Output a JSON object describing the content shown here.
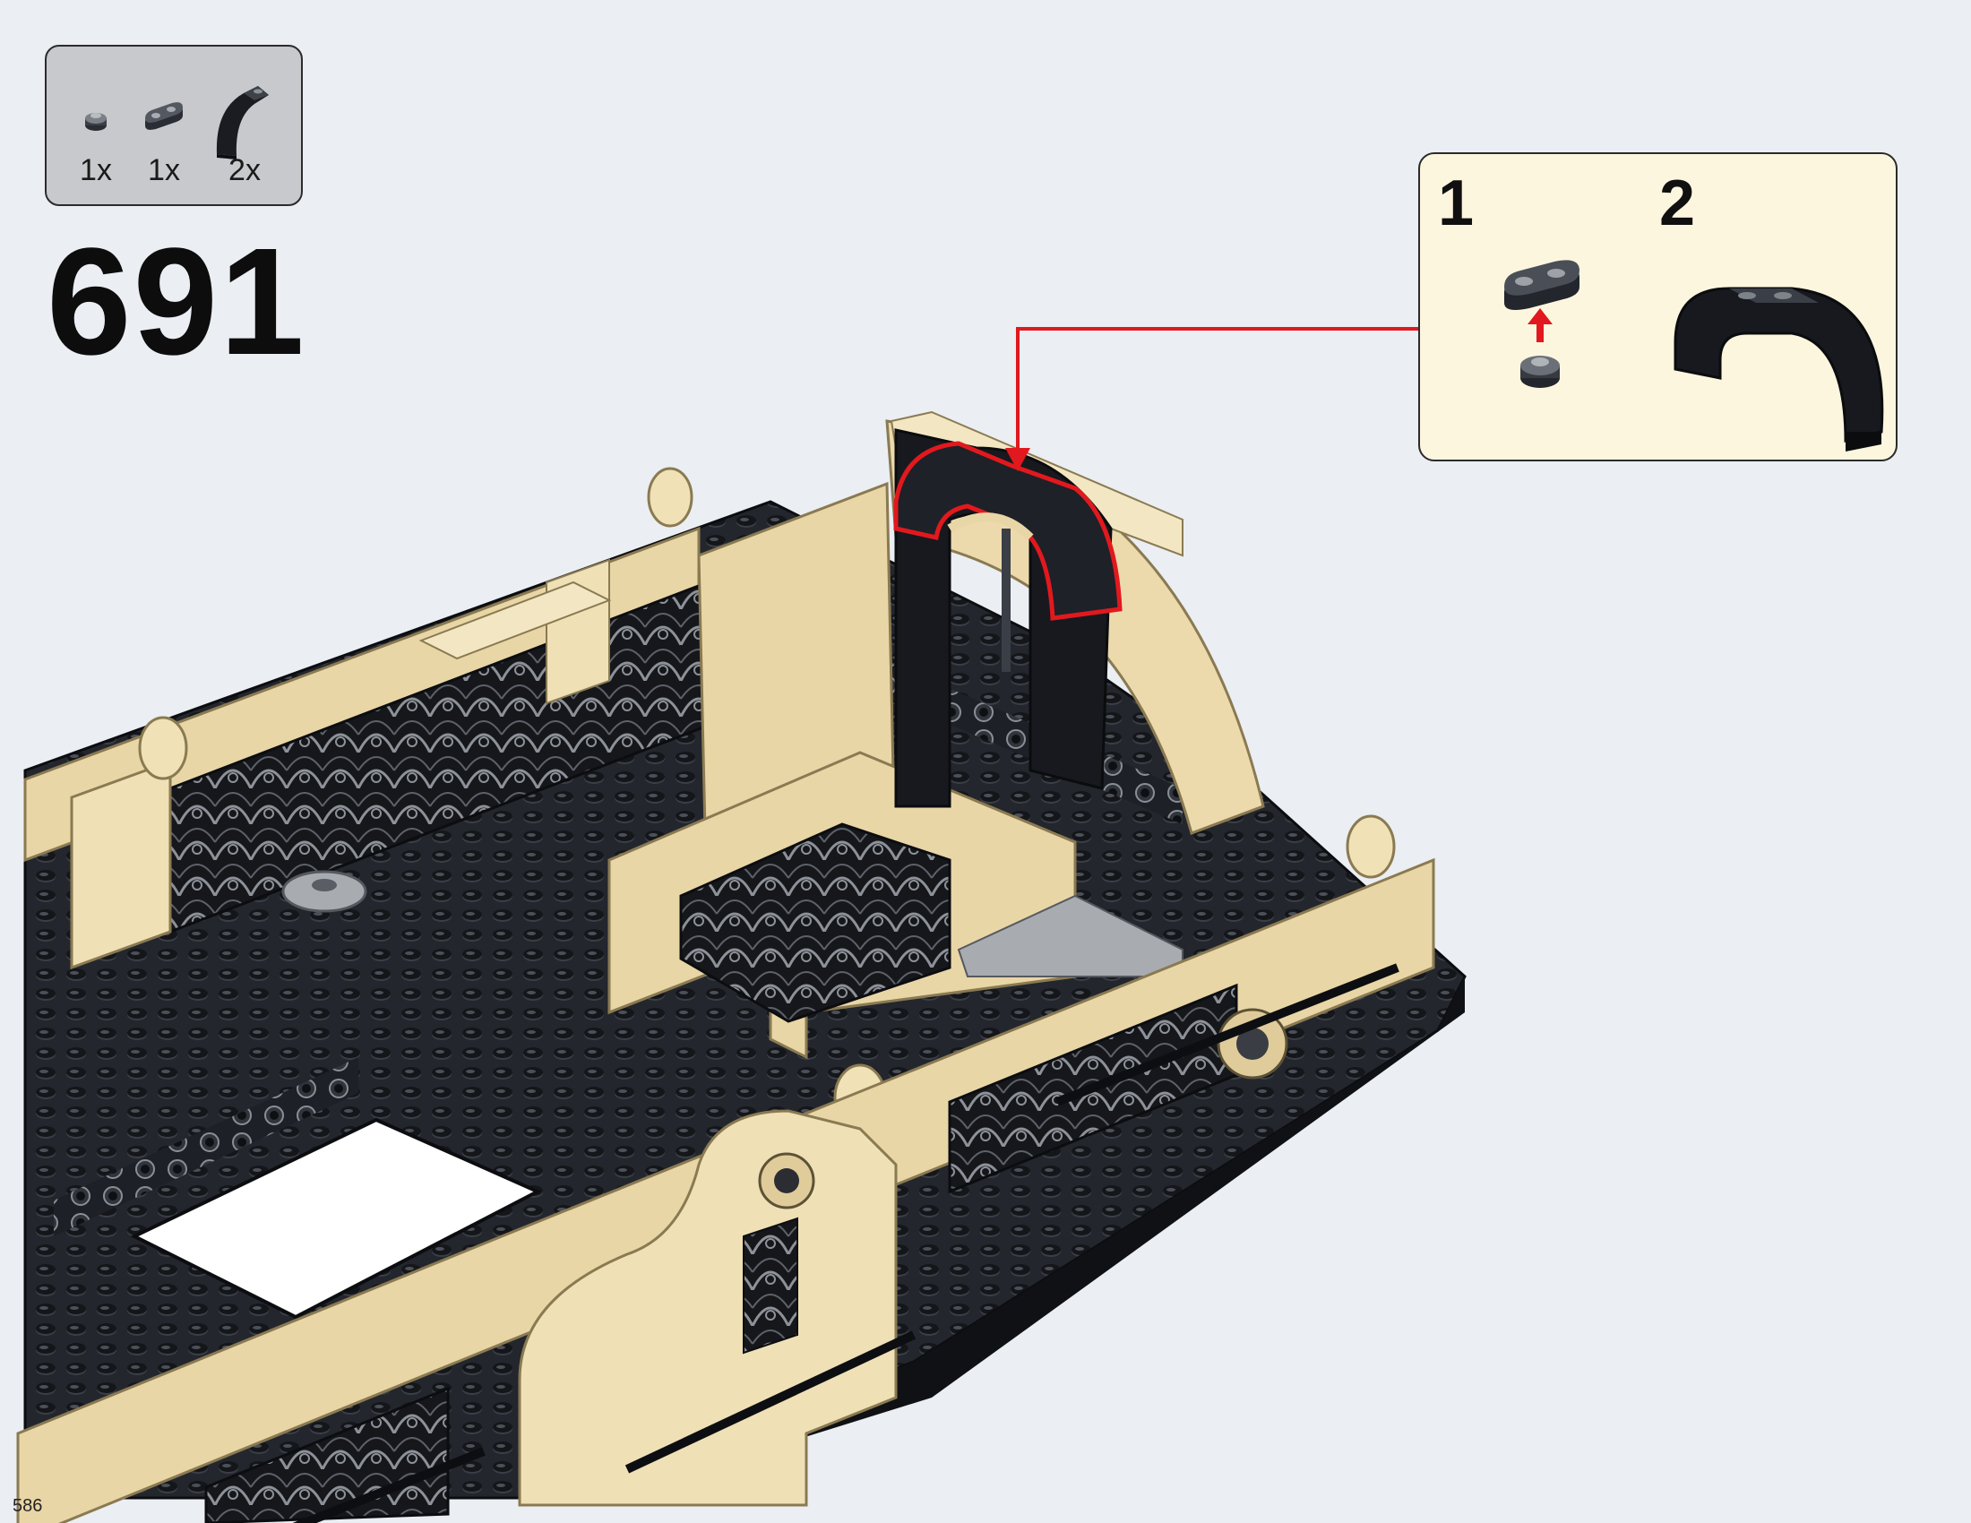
{
  "step": {
    "number": "691"
  },
  "parts_list": [
    {
      "icon": "round-plate-1x1-icon",
      "quantity": "1x"
    },
    {
      "icon": "plate-1x2-rounded-icon",
      "quantity": "1x"
    },
    {
      "icon": "curved-arch-brick-icon",
      "quantity": "2x"
    }
  ],
  "callout": {
    "substeps": [
      {
        "number": "1"
      },
      {
        "number": "2"
      }
    ]
  },
  "page": {
    "number": "586"
  },
  "colors": {
    "background": "#ebeef2",
    "parts_box": "#c7c9cc",
    "callout_box": "#fdf6df",
    "arrow": "#e1191e",
    "tan": "#e9d6a6",
    "black_brick": "#1d2027",
    "grey_brick": "#a8acb1"
  }
}
